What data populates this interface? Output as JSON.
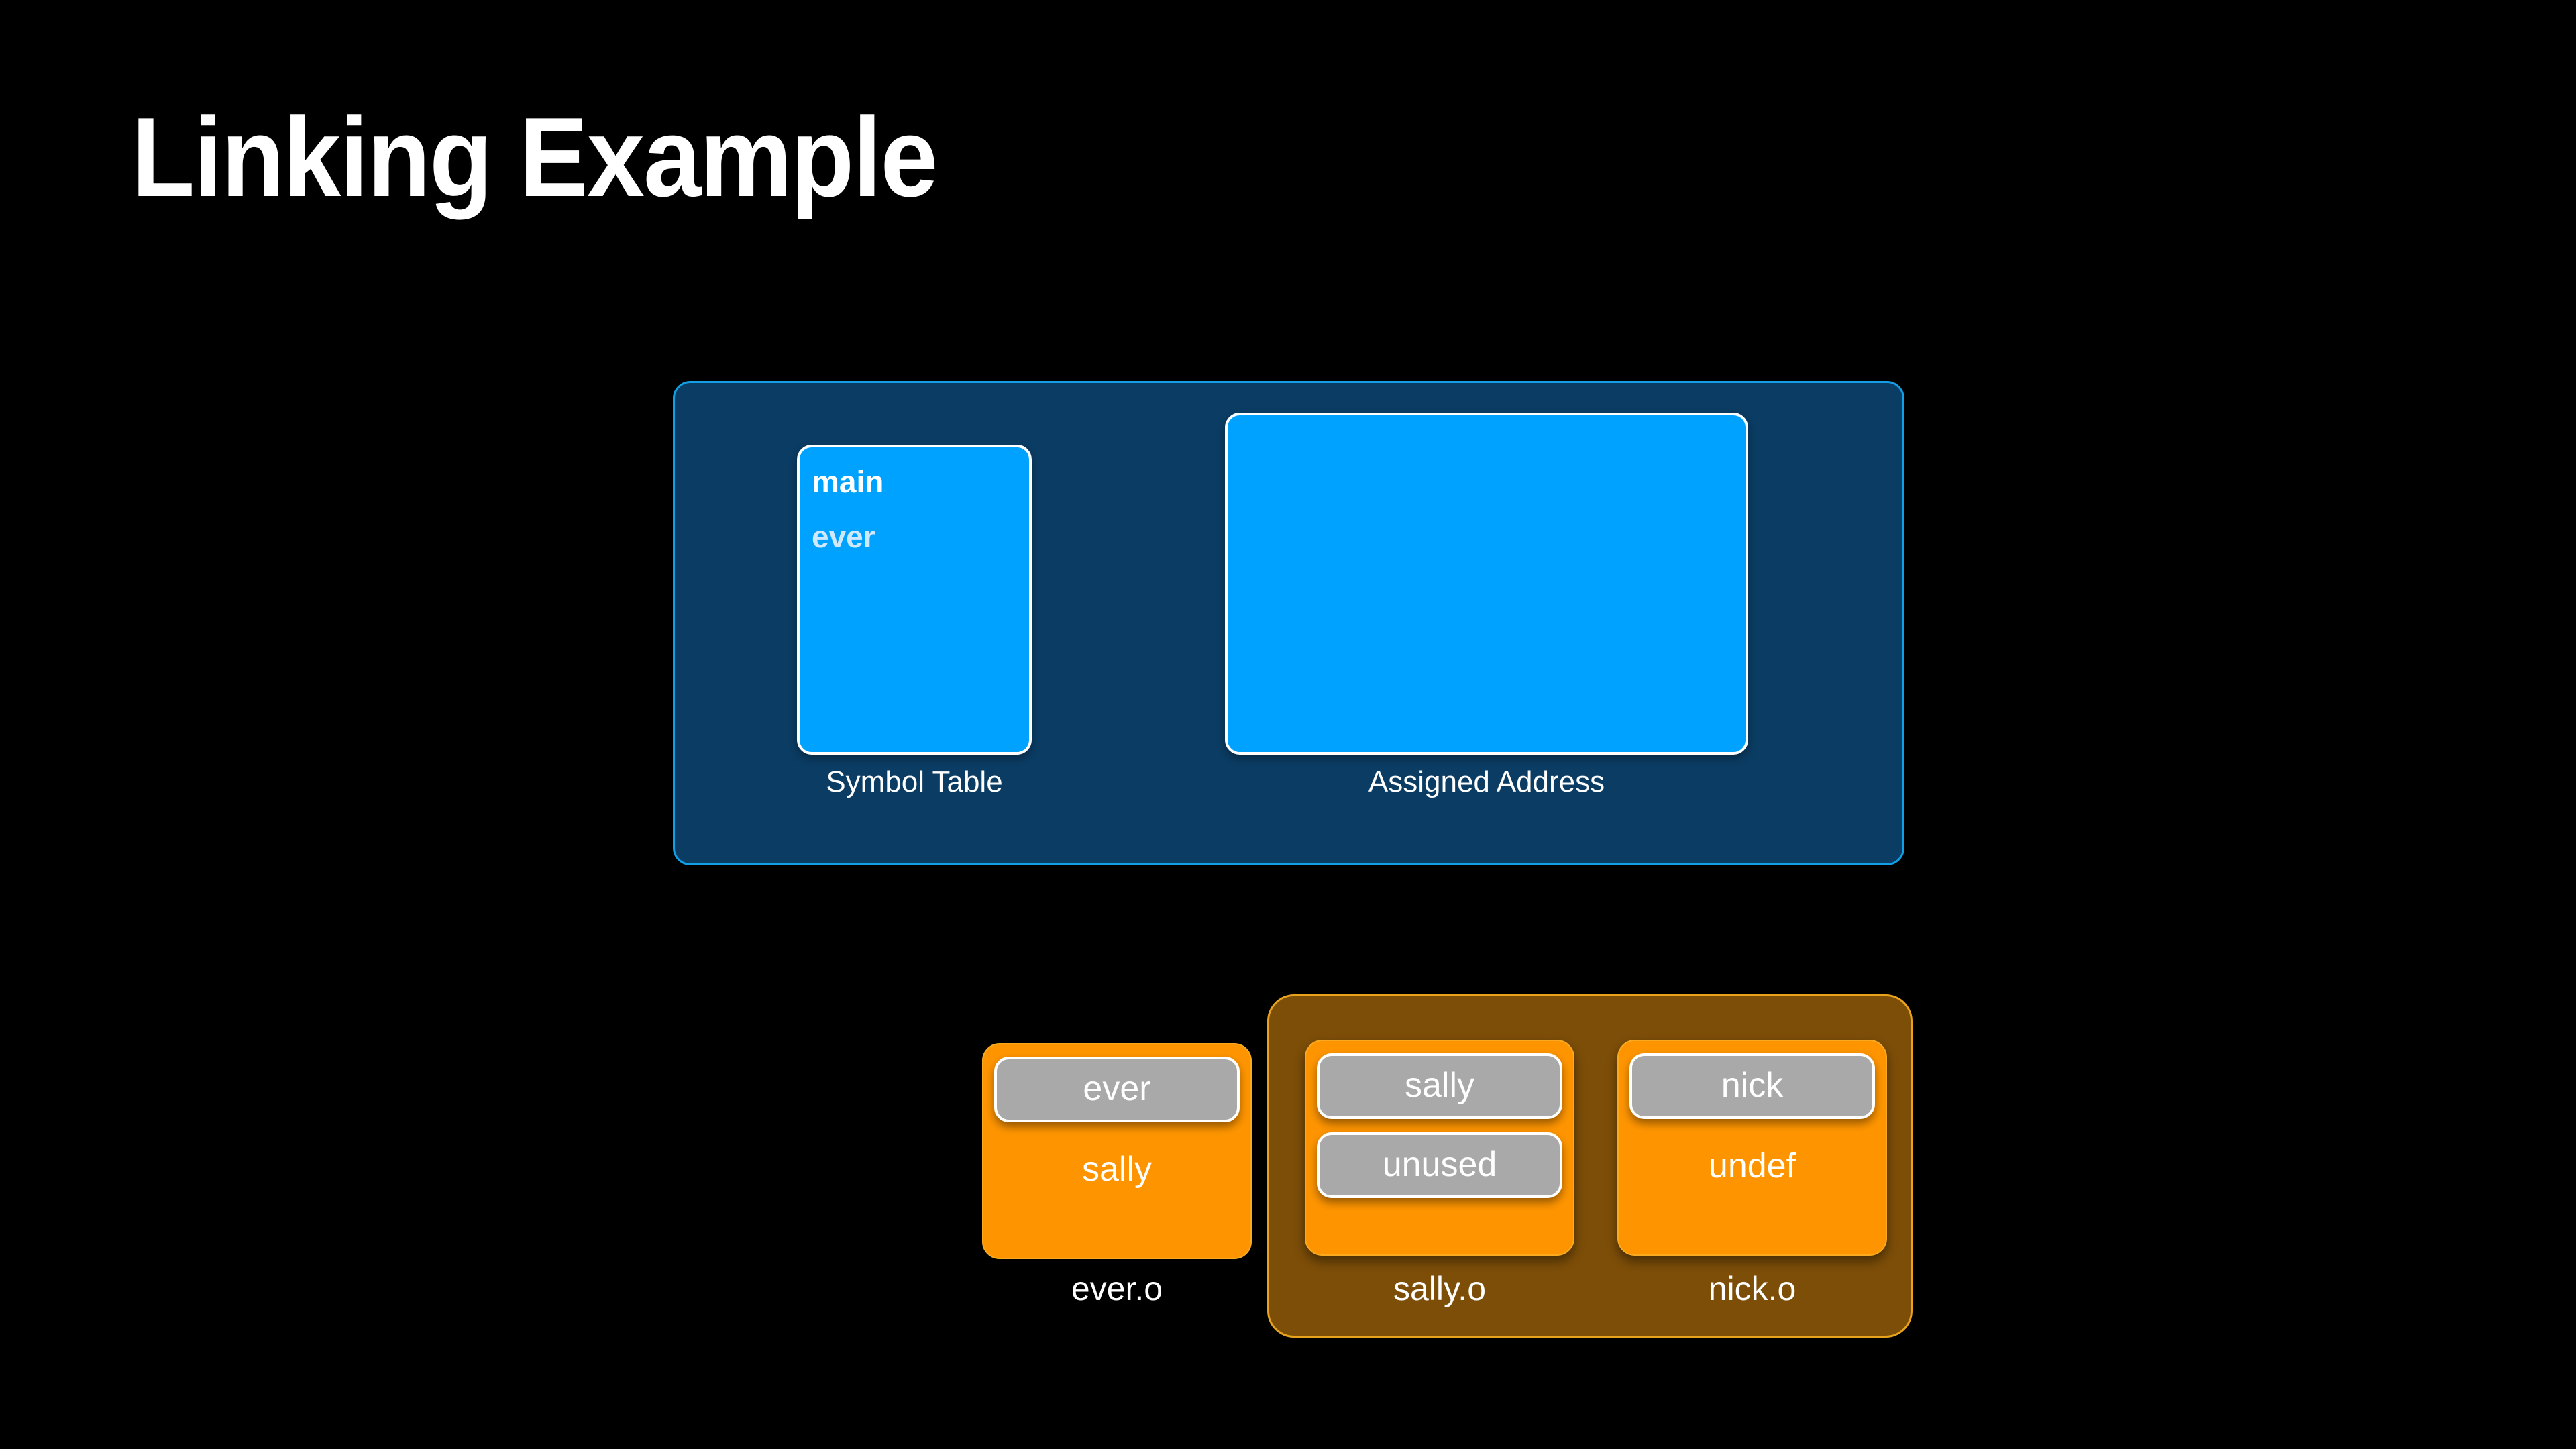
{
  "slide": {
    "title": "Linking Example",
    "background_color": "#000000",
    "title_color": "#ffffff"
  },
  "colors": {
    "panel_fill": "#0b3c63",
    "panel_border": "#119fe8",
    "box_fill": "#00a2ff",
    "box_border": "#ffffff",
    "archive_fill": "#7d4e08",
    "archive_border": "#e8a21c",
    "object_fill": "#fe9500",
    "pill_fill": "#a9a9a9",
    "defined_symbol_color": "#ffffff",
    "resolved_symbol_color": "#cfe8fb"
  },
  "linked_image": {
    "symbol_table": {
      "caption": "Symbol Table",
      "entries": [
        {
          "name": "main",
          "state": "defined"
        },
        {
          "name": "ever",
          "state": "resolved"
        }
      ]
    },
    "assigned_address": {
      "caption": "Assigned Address",
      "entries": []
    }
  },
  "object_files": [
    {
      "caption": "ever.o",
      "in_archive": false,
      "pills": [
        "ever"
      ],
      "plain": [
        "sally"
      ]
    },
    {
      "caption": "sally.o",
      "in_archive": true,
      "pills": [
        "sally",
        "unused"
      ],
      "plain": []
    },
    {
      "caption": "nick.o",
      "in_archive": true,
      "pills": [
        "nick"
      ],
      "plain": [
        "undef"
      ]
    }
  ]
}
